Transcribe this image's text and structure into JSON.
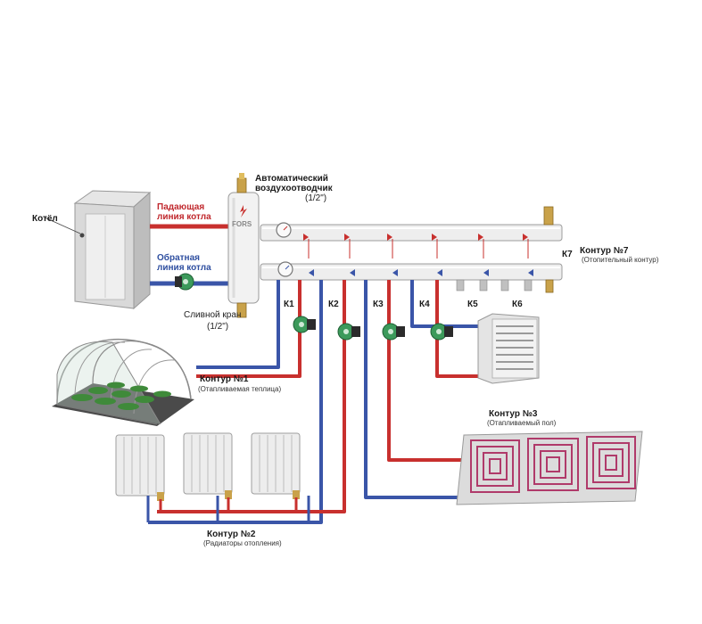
{
  "labels": {
    "boiler": "Котёл",
    "supply_line_1": "Падающая",
    "supply_line_2": "линия котла",
    "return_line_1": "Обратная",
    "return_line_2": "линия котла",
    "air_vent_1": "Автоматический",
    "air_vent_2": "воздухоотводчик",
    "air_vent_3": "(1/2\")",
    "drain_1": "Сливной кран",
    "drain_2": "(1/2\")",
    "brand": "FORS",
    "k1": "К1",
    "k2": "К2",
    "k3": "К3",
    "k4": "К4",
    "k5": "К5",
    "k6": "К6",
    "k7": "К7",
    "circuit7_title": "Контур №7",
    "circuit7_sub": "(Отопительный контур)",
    "circuit1_title": "Контур №1",
    "circuit1_sub": "(Отапливаемая теплица)",
    "circuit3_title": "Контур №3",
    "circuit3_sub": "(Отапливаемый пол)",
    "circuit2_title": "Контур №2",
    "circuit2_sub": "(Радиаторы отопления)"
  },
  "colors": {
    "supply": "#c8302e",
    "return": "#3a55a8",
    "pump": "#3c9a5b"
  }
}
